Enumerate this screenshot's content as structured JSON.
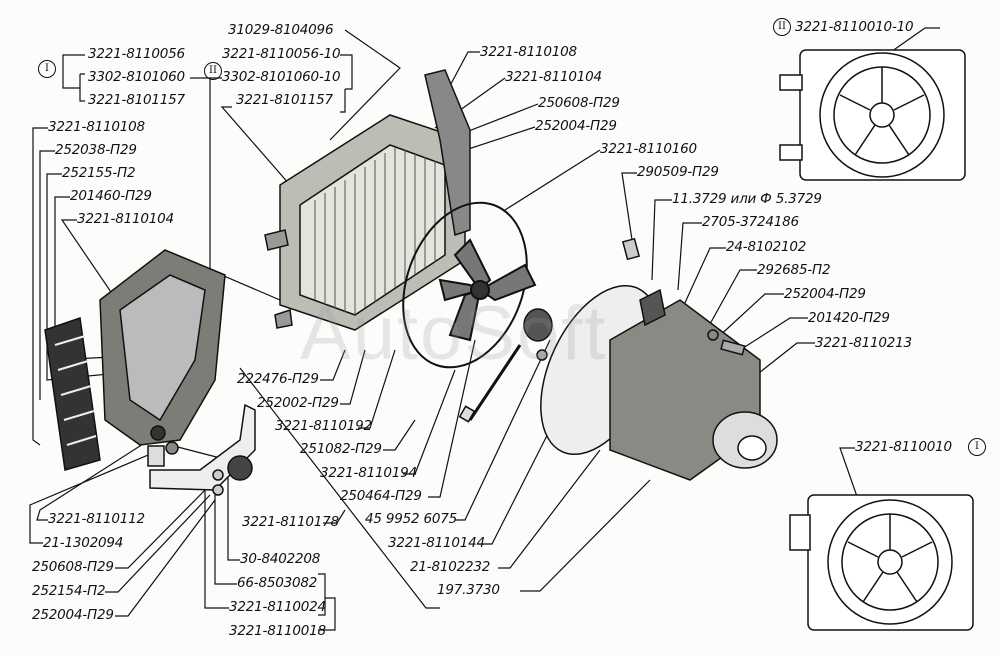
{
  "watermark": "AutoSoft",
  "variant_marks": {
    "one": "I",
    "two": "II"
  },
  "labels": {
    "top": [
      "31029-8104096",
      "3221-8110056",
      "3302-8101060",
      "3221-8101157",
      "3221-8110056-10",
      "3302-8101060-10",
      "3221-8101157",
      "3221-8110108",
      "3221-8110104",
      "250608-П29",
      "252004-П29",
      "3221-8110160"
    ],
    "left": [
      "3221-8110108",
      "252038-П29",
      "252155-П2",
      "201460-П29",
      "3221-8110104"
    ],
    "right": [
      "290509-П29",
      "11.3729 или Ф 5.3729",
      "2705-3724186",
      "24-8102102",
      "292685-П2",
      "252004-П29",
      "201420-П29",
      "3221-8110213"
    ],
    "heater_variant_two": "3221-8110010-10",
    "heater_variant_one": "3221-8110010",
    "center_bottom": [
      "222476-П29",
      "252002-П29",
      "3221-8110192",
      "251082-П29",
      "3221-8110194",
      "250464-П29",
      "45 9952 6075",
      "3221-8110144",
      "21-8102232",
      "197.3730",
      "3221-8110178"
    ],
    "bottom_left": [
      "3221-8110112",
      "21-1302094",
      "250608-П29",
      "252154-П2",
      "252004-П29"
    ],
    "bottom_mid": [
      "30-8402208",
      "66-8503082",
      "3221-8110024",
      "3221-8110018"
    ]
  }
}
